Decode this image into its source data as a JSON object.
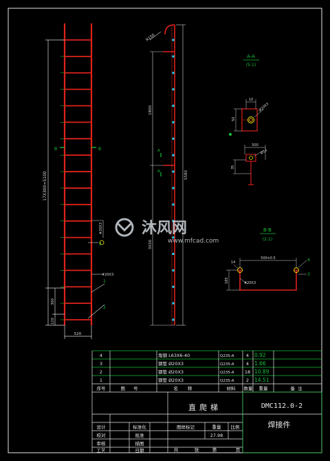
{
  "colors": {
    "background": "#000000",
    "frame": "#e8e8e8",
    "ladder": "#e0221c",
    "dimension": "#d9d9d9",
    "accent": "#19c23a",
    "highlight": "#f2e200",
    "marker": "#00d8ff",
    "watermark": "#cfd6dc"
  },
  "dimensions": {
    "total_height_note": "17X300=5100",
    "bottom_step": "300",
    "bottom_offset": "120",
    "ladder_width": "520",
    "side_upper": "1800",
    "side_total": "5580",
    "side_lower": "3X30",
    "radius_top": "R150",
    "pipe_mark": "#20X3",
    "angle_mark": "4",
    "callout_1": "1",
    "callout_2": "2",
    "callout_3": "3",
    "callout_4": "4",
    "section_b_mark_left": "B",
    "section_b_mark_right": "B",
    "section_a_mark_1": "A",
    "section_a_mark_2": "A"
  },
  "section_aa": {
    "title": "A-A",
    "scale": "(5:1)",
    "dim_top": "10",
    "dim_diam": "Ø20X3",
    "dim_left": "50",
    "dim_width": "500",
    "dim_small": "Ø14",
    "dim_height": "35"
  },
  "section_bb": {
    "title": "B-B",
    "scale": "(2:1)",
    "dim_top": "500±0.5",
    "dim_left": "185",
    "dim_pipe": "#20X3",
    "dim_r": "14",
    "callout_3": "3",
    "callout_4": "4"
  },
  "parts_table": {
    "rows": [
      {
        "no": "4",
        "name": "角钢 L63X6-40",
        "material": "Q235-A",
        "qty": "4",
        "weight": "0.92"
      },
      {
        "no": "3",
        "name": "钢管 Ø20X3",
        "material": "Q235-A",
        "qty": "4",
        "weight": "1.66"
      },
      {
        "no": "2",
        "name": "钢管 Ø20X3",
        "material": "Q235-A",
        "qty": "18",
        "weight": "10.89"
      },
      {
        "no": "1",
        "name": "钢管 Ø20X3",
        "material": "Q235-A",
        "qty": "2",
        "weight": "14.51"
      }
    ],
    "header": {
      "no": "序号",
      "drawing_no": "图号",
      "name": "名称",
      "material": "材料",
      "qty": "数量",
      "weight": "重量",
      "remark": "备注"
    }
  },
  "title_block": {
    "title": "直爬梯",
    "drawing_code": "DMC112.0-2",
    "subtitle": "焊接件",
    "stage_label": "图样标记",
    "weight_label": "重量",
    "scale_label": "比例",
    "weight_value": "27.98",
    "sheets_total": "共",
    "sheets_unit": "张",
    "sheet_no": "第",
    "sheet_unit": "页",
    "role_design": "设计",
    "role_standard": "标准化",
    "role_check": "校对",
    "role_approve": "批准",
    "role_review": "审核",
    "role_drafter": "描图",
    "role_process": "工艺",
    "role_date": "日期"
  },
  "watermark": {
    "brand": "沐风网",
    "url": "www.mfcad.com"
  }
}
